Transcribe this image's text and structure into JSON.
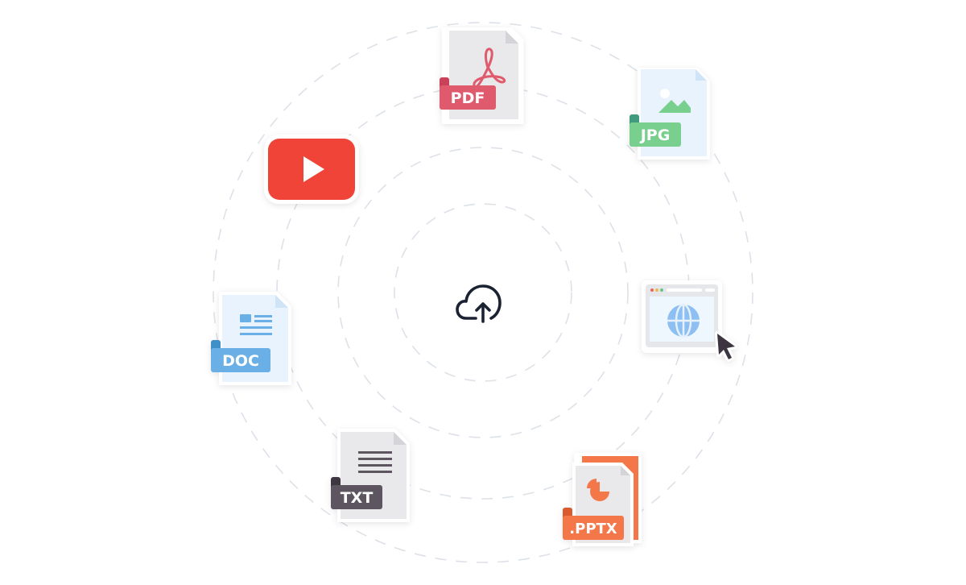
{
  "diagram": {
    "title": "File upload sources",
    "center": {
      "icon": "cloud-upload-icon",
      "color": "#1b2232"
    },
    "rings": {
      "color": "#d8dde6",
      "count": 4
    },
    "items": [
      {
        "name": "pdf",
        "icon": "pdf-file-icon",
        "label": "PDF",
        "color": "#de5a6c"
      },
      {
        "name": "jpg",
        "icon": "jpg-file-icon",
        "label": "JPG",
        "color": "#78cf8e"
      },
      {
        "name": "youtube",
        "icon": "youtube-icon",
        "label": "",
        "color": "#f04438"
      },
      {
        "name": "website",
        "icon": "browser-globe-icon",
        "label": "",
        "color": "#8ebff2"
      },
      {
        "name": "doc",
        "icon": "doc-file-icon",
        "label": "DOC",
        "color": "#6ab0e6"
      },
      {
        "name": "txt",
        "icon": "txt-file-icon",
        "label": "TXT",
        "color": "#5d5560"
      },
      {
        "name": "pptx",
        "icon": "pptx-file-icon",
        "label": ".PPTX",
        "color": "#f4774a"
      }
    ]
  }
}
